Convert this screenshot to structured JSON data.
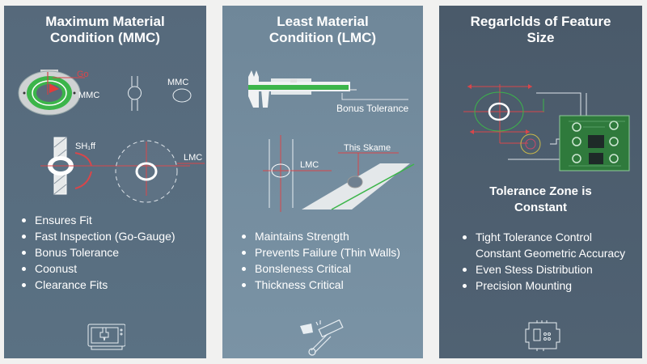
{
  "panels": [
    {
      "title_line1": "Maximum Material",
      "title_line2": "Condition (MMC)",
      "labels": {
        "go": "Go",
        "mmc_gauge": "MMC",
        "mmc_hole": "MMC",
        "shaft": "SH₁ff",
        "lmc": "LMC"
      },
      "bullets": [
        "Ensures Fit",
        "Fast Inspection (Go-Gauge)",
        "Bonus Tolerance",
        "Coonust",
        "Clearance Fits"
      ],
      "icon": "cnc-machine-icon"
    },
    {
      "title_line1": "Least Material",
      "title_line2": "Condition (LMC)",
      "labels": {
        "bonus": "Bonus Tolerance",
        "lmc": "LMC",
        "this": "This Skame"
      },
      "bullets": [
        "Maintains Strength",
        "Prevents Failure (Thin Walls)",
        "Bonsleness Critical",
        "Thickness Critical"
      ],
      "icon": "broken-wrench-icon"
    },
    {
      "title_line1": "Regarlclds of Feature",
      "title_line2": "Size",
      "subtitle_line1": "Tolerance Zone is",
      "subtitle_line2": "Constant",
      "bullets": [
        {
          "text": "Tight Tolerance Control",
          "bullet": true
        },
        {
          "text": "Constant Geometric Accuracy",
          "bullet": false
        },
        {
          "text": "Even Stess Distribution",
          "bullet": true
        },
        {
          "text": "Precision Mounting",
          "bullet": true
        }
      ],
      "icon": "circuit-chip-icon"
    }
  ],
  "colors": {
    "panel1": "#5a7183",
    "panel2": "#7890a0",
    "panel3": "#4f6070",
    "accent_red": "#d9464a",
    "accent_green": "#3cb54a",
    "pcb_green": "#2f7a3c"
  }
}
